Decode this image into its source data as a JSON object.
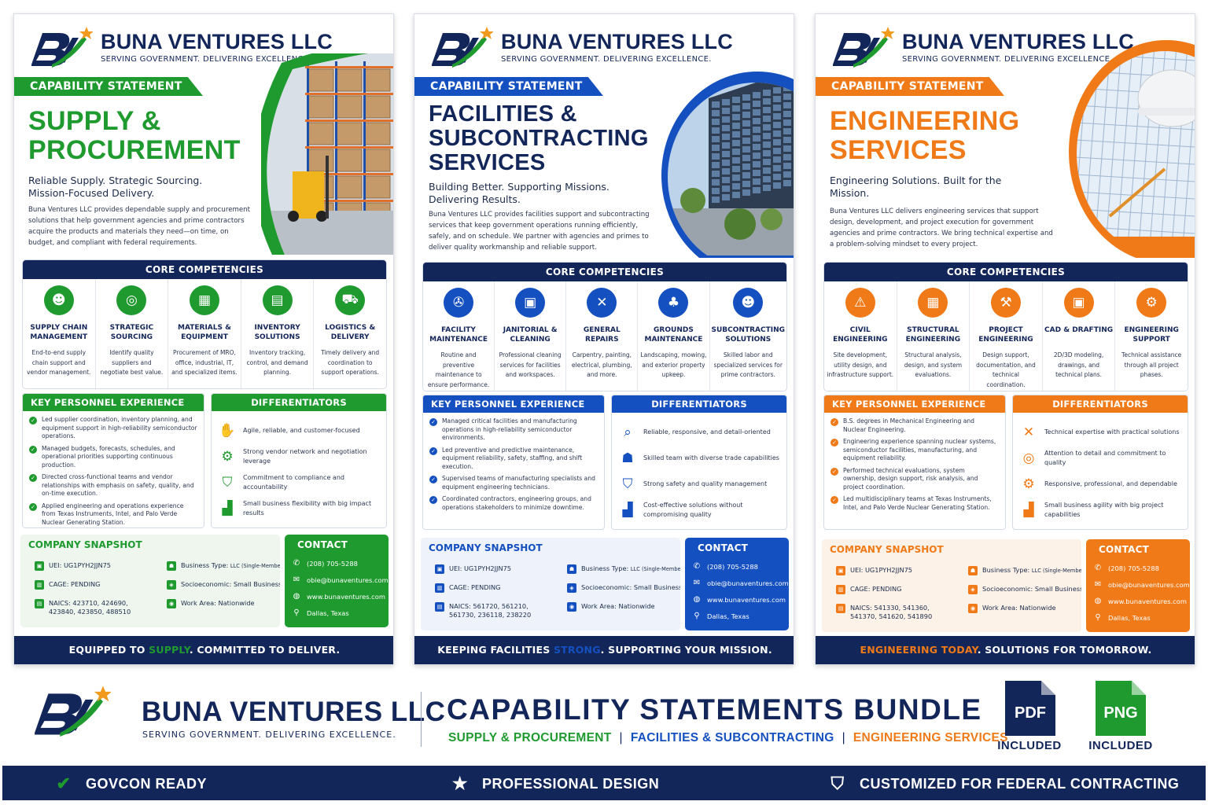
{
  "brand": {
    "name": "BUNA VENTURES LLC",
    "tagline": "SERVING GOVERNMENT. DELIVERING EXCELLENCE.",
    "logo_text": "BV"
  },
  "colors": {
    "navy": "#13265a",
    "green": "#1f9a2f",
    "blue": "#1550c0",
    "orange": "#f07a18"
  },
  "sheets": [
    {
      "ribbon": "CAPABILITY STATEMENT",
      "title": "SUPPLY & PROCUREMENT",
      "subtitle": "Reliable Supply. Strategic Sourcing. Mission-Focused Delivery.",
      "intro": "Buna Ventures LLC provides dependable supply and procurement solutions that help government agencies and prime contractors acquire the products and materials they need—on time, on budget, and compliant with federal requirements.",
      "competencies_title": "CORE COMPETENCIES",
      "competencies": [
        {
          "icon": "team-icon",
          "glyph": "☻",
          "name": "SUPPLY CHAIN MANAGEMENT",
          "desc": "End-to-end supply chain support and vendor management."
        },
        {
          "icon": "sourcing-icon",
          "glyph": "◎",
          "name": "STRATEGIC SOURCING",
          "desc": "Identify quality suppliers and negotiate best value."
        },
        {
          "icon": "materials-icon",
          "glyph": "▦",
          "name": "MATERIALS & EQUIPMENT",
          "desc": "Procurement of MRO, office, industrial, IT, and specialized items."
        },
        {
          "icon": "inventory-icon",
          "glyph": "▤",
          "name": "INVENTORY SOLUTIONS",
          "desc": "Inventory tracking, control, and demand planning."
        },
        {
          "icon": "truck-icon",
          "glyph": "⛟",
          "name": "LOGISTICS & DELIVERY",
          "desc": "Timely delivery and coordination to support operations."
        }
      ],
      "kp_title": "KEY PERSONNEL EXPERIENCE",
      "kp": [
        "Led supplier coordination, inventory planning, and equipment support in high-reliability semiconductor operations.",
        "Managed budgets, forecasts, schedules, and operational priorities supporting continuous production.",
        "Directed cross-functional teams and vendor relationships with emphasis on safety, quality, and on-time execution.",
        "Applied engineering and operations experience from Texas Instruments, Intel, and Palo Verde Nuclear Generating Station."
      ],
      "df_title": "DIFFERENTIATORS",
      "df": [
        {
          "icon": "handshake-icon",
          "glyph": "✋",
          "text": "Agile, reliable, and customer-focused"
        },
        {
          "icon": "network-icon",
          "glyph": "⚙",
          "text": "Strong vendor network and negotiation leverage"
        },
        {
          "icon": "shield-check-icon",
          "glyph": "⛉",
          "text": "Commitment to compliance and accountability"
        },
        {
          "icon": "growth-chart-icon",
          "glyph": "▟",
          "text": "Small business flexibility with big impact results"
        }
      ],
      "snap_title": "COMPANY SNAPSHOT",
      "snap": {
        "uei": "UEI: UG1PYH2JJN75",
        "cage": "CAGE: PENDING",
        "naics": "NAICS: 423710, 424690, 423840, 423850, 488510",
        "btype_label": "Business Type:",
        "btype": "LLC (Single-Member)",
        "socio": "Socioeconomic: Small Business",
        "area": "Work Area: Nationwide"
      },
      "contact_title": "CONTACT",
      "contact": {
        "phone": "(208) 705-5288",
        "email": "obie@bunaventures.com",
        "web": "www.bunaventures.com",
        "location": "Dallas, Texas"
      },
      "footer_pre": "EQUIPPED TO ",
      "footer_hl": "SUPPLY",
      "footer_post": ". COMMITTED TO DELIVER."
    },
    {
      "ribbon": "CAPABILITY STATEMENT",
      "title": "FACILITIES & SUBCONTRACTING SERVICES",
      "subtitle": "Building Better. Supporting Missions. Delivering Results.",
      "intro": "Buna Ventures LLC provides facilities support and subcontracting services that keep government operations running efficiently, safely, and on schedule. We partner with agencies and primes to deliver quality workmanship and reliable support.",
      "competencies_title": "CORE COMPETENCIES",
      "competencies": [
        {
          "icon": "wrench-icon",
          "glyph": "✇",
          "name": "FACILITY MAINTENANCE",
          "desc": "Routine and preventive maintenance to ensure performance."
        },
        {
          "icon": "cleaning-icon",
          "glyph": "▣",
          "name": "JANITORIAL & CLEANING",
          "desc": "Professional cleaning services for facilities and workspaces."
        },
        {
          "icon": "tools-icon",
          "glyph": "✕",
          "name": "GENERAL REPAIRS",
          "desc": "Carpentry, painting, electrical, plumbing, and more."
        },
        {
          "icon": "grounds-icon",
          "glyph": "♣",
          "name": "GROUNDS MAINTENANCE",
          "desc": "Landscaping, mowing, and exterior property upkeep."
        },
        {
          "icon": "subcontract-icon",
          "glyph": "☻",
          "name": "SUBCONTRACTING SOLUTIONS",
          "desc": "Skilled labor and specialized services for prime contractors."
        }
      ],
      "kp_title": "KEY PERSONNEL EXPERIENCE",
      "kp": [
        "Managed critical facilities and manufacturing operations in high-reliability semiconductor environments.",
        "Led preventive and predictive maintenance, equipment reliability, safety, staffing, and shift execution.",
        "Supervised teams of manufacturing specialists and equipment engineering technicians.",
        "Coordinated contractors, engineering groups, and operations stakeholders to minimize downtime."
      ],
      "df_title": "DIFFERENTIATORS",
      "df": [
        {
          "icon": "search-check-icon",
          "glyph": "⌕",
          "text": "Reliable, responsive, and detail-oriented"
        },
        {
          "icon": "worker-icon",
          "glyph": "☗",
          "text": "Skilled team with diverse trade capabilities"
        },
        {
          "icon": "shield-icon",
          "glyph": "⛉",
          "text": "Strong safety and quality management"
        },
        {
          "icon": "bar-chart-icon",
          "glyph": "▟",
          "text": "Cost-effective solutions without compromising quality"
        }
      ],
      "snap_title": "COMPANY SNAPSHOT",
      "snap": {
        "uei": "UEI: UG1PYH2JJN75",
        "cage": "CAGE: PENDING",
        "naics": "NAICS: 561720, 561210, 561730, 236118, 238220",
        "btype_label": "Business Type:",
        "btype": "LLC (Single-Member)",
        "socio": "Socioeconomic: Small Business",
        "area": "Work Area: Nationwide"
      },
      "contact_title": "CONTACT",
      "contact": {
        "phone": "(208) 705-5288",
        "email": "obie@bunaventures.com",
        "web": "www.bunaventures.com",
        "location": "Dallas, Texas"
      },
      "footer_pre": "KEEPING FACILITIES ",
      "footer_hl": "STRONG",
      "footer_post": ". SUPPORTING YOUR MISSION."
    },
    {
      "ribbon": "CAPABILITY STATEMENT",
      "title": "ENGINEERING SERVICES",
      "subtitle": "Engineering Solutions. Built for the Mission.",
      "intro": "Buna Ventures LLC delivers engineering services that support design, development, and project execution for government agencies and prime contractors. We bring technical expertise and a problem-solving mindset to every project.",
      "competencies_title": "CORE COMPETENCIES",
      "competencies": [
        {
          "icon": "civil-icon",
          "glyph": "⚠",
          "name": "CIVIL ENGINEERING",
          "desc": "Site development, utility design, and infrastructure support."
        },
        {
          "icon": "structural-icon",
          "glyph": "▦",
          "name": "STRUCTURAL ENGINEERING",
          "desc": "Structural analysis, design, and system evaluations."
        },
        {
          "icon": "project-icon",
          "glyph": "⚒",
          "name": "PROJECT ENGINEERING",
          "desc": "Design support, documentation, and technical coordination."
        },
        {
          "icon": "cad-icon",
          "glyph": "▣",
          "name": "CAD & DRAFTING",
          "desc": "2D/3D modeling, drawings, and technical plans."
        },
        {
          "icon": "support-icon",
          "glyph": "⚙",
          "name": "ENGINEERING SUPPORT",
          "desc": "Technical assistance through all project phases."
        }
      ],
      "kp_title": "KEY PERSONNEL EXPERIENCE",
      "kp": [
        "B.S. degrees in Mechanical Engineering and Nuclear Engineering.",
        "Engineering experience spanning nuclear systems, semiconductor facilities, manufacturing, and equipment reliability.",
        "Performed technical evaluations, system ownership, design support, risk analysis, and project coordination.",
        "Led multidisciplinary teams at Texas Instruments, Intel, and Palo Verde Nuclear Generating Station."
      ],
      "df_title": "DIFFERENTIATORS",
      "df": [
        {
          "icon": "tools-icon",
          "glyph": "✕",
          "text": "Technical expertise with practical solutions"
        },
        {
          "icon": "target-icon",
          "glyph": "◎",
          "text": "Attention to detail and commitment to quality"
        },
        {
          "icon": "gear-icon",
          "glyph": "⚙",
          "text": "Responsive, professional, and dependable"
        },
        {
          "icon": "bar-chart-icon",
          "glyph": "▟",
          "text": "Small business agility with big project capabilities"
        }
      ],
      "snap_title": "COMPANY SNAPSHOT",
      "snap": {
        "uei": "UEI: UG1PYH2JJN75",
        "cage": "CAGE: PENDING",
        "naics": "NAICS: 541330, 541360, 541370, 541620, 541890",
        "btype_label": "Business Type:",
        "btype": "LLC (Single-Member)",
        "socio": "Socioeconomic: Small Business",
        "area": "Work Area: Nationwide"
      },
      "contact_title": "CONTACT",
      "contact": {
        "phone": "(208) 705-5288",
        "email": "obie@bunaventures.com",
        "web": "www.bunaventures.com",
        "location": "Dallas, Texas"
      },
      "footer_pre": "",
      "footer_hl": "ENGINEERING TODAY",
      "footer_post": ". SOLUTIONS FOR TOMORROW."
    }
  ],
  "banner": {
    "title": "CAPABILITY STATEMENTS BUNDLE",
    "sub1": "SUPPLY & PROCUREMENT",
    "sub2": "FACILITIES & SUBCONTRACTING",
    "sub3": "ENGINEERING SERVICES",
    "sep": "|",
    "pdf": "PDF",
    "png": "PNG",
    "included": "INCLUDED"
  },
  "strip": {
    "item1": "GOVCON READY",
    "item2": "PROFESSIONAL DESIGN",
    "item3": "CUSTOMIZED FOR FEDERAL CONTRACTING"
  }
}
